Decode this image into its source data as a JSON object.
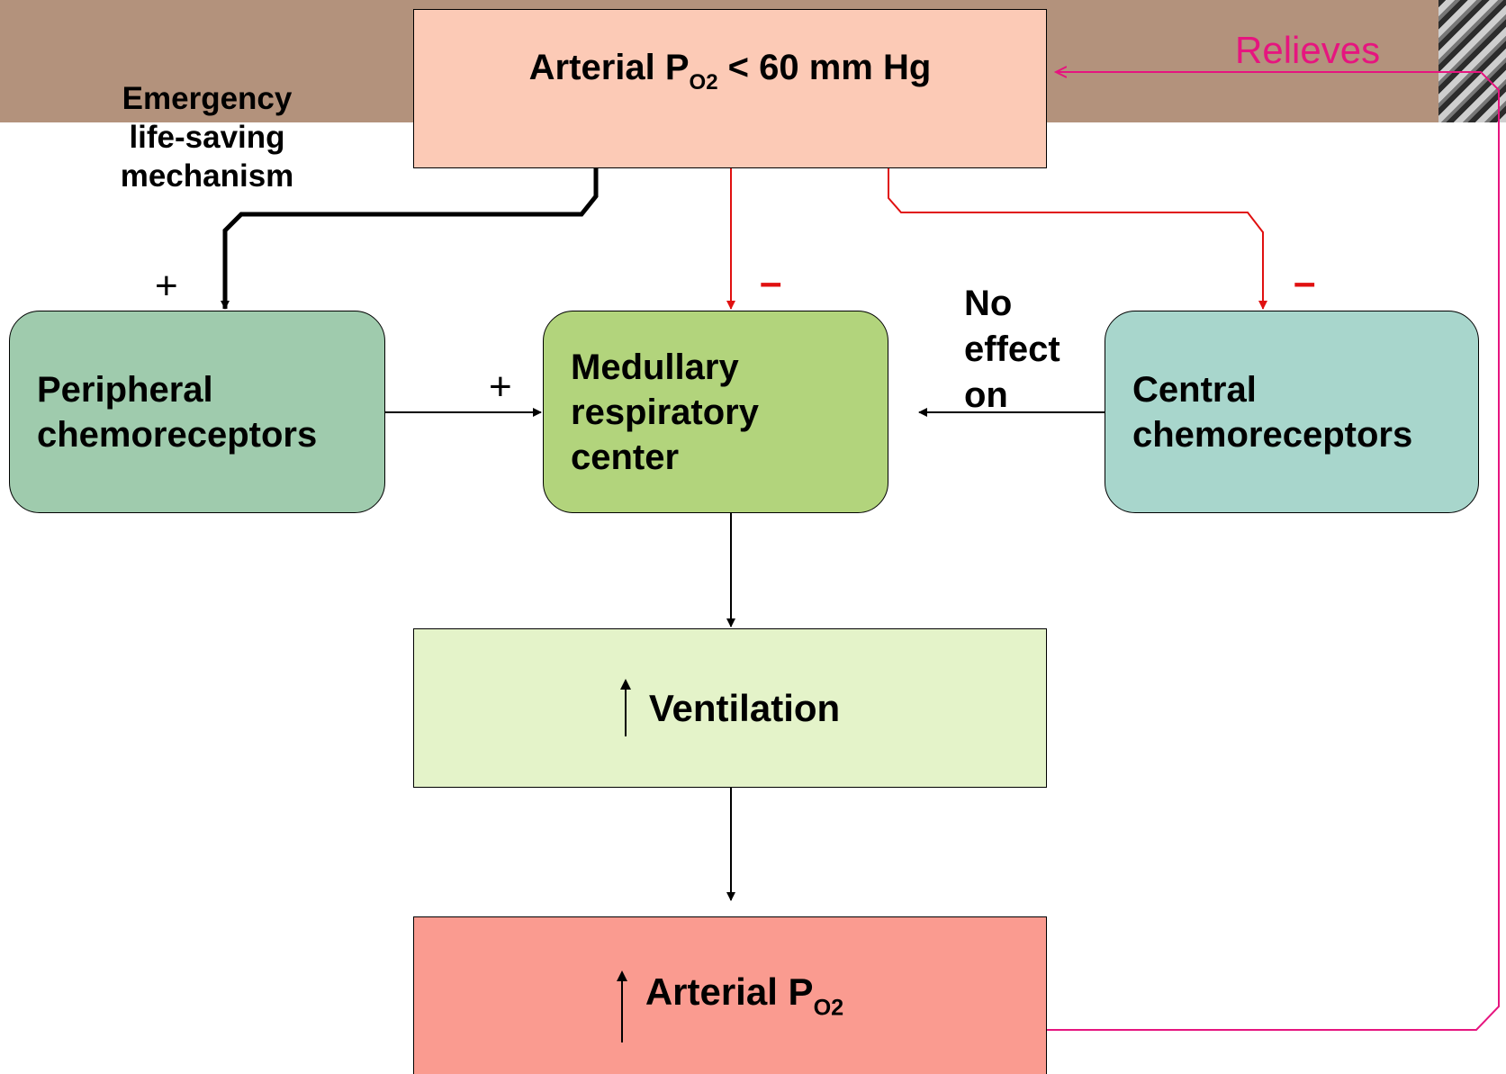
{
  "boxes": {
    "po2_low": {
      "prefix": "Arterial P",
      "sub": "O2",
      "suffix": " < 60 mm Hg"
    },
    "peripheral": {
      "line1": "Peripheral",
      "line2": "chemoreceptors"
    },
    "medullary": {
      "line1": "Medullary",
      "line2": "respiratory",
      "line3": "center"
    },
    "central": {
      "line1": "Central",
      "line2": "chemoreceptors"
    },
    "ventilation": {
      "label": "Ventilation"
    },
    "po2_high": {
      "prefix": "Arterial P",
      "sub": "O2"
    }
  },
  "labels": {
    "emergency": {
      "line1": "Emergency",
      "line2": "life-saving",
      "line3": "mechanism"
    },
    "no_effect": {
      "line1": "No",
      "line2": "effect",
      "line3": "on"
    },
    "relieves": "Relieves"
  },
  "signs": {
    "plus": "+",
    "minus": "–"
  },
  "colors": {
    "header_band": "#b3927c",
    "po2_low_fill": "#fccab6",
    "peripheral_fill": "#9fcbad",
    "medullary_fill": "#b2d47c",
    "central_fill": "#a8d6cc",
    "ventilation_fill": "#e4f3c9",
    "po2_high_fill": "#fa9b90",
    "inhibit_line": "#e01010",
    "relieves_line": "#e6157f"
  }
}
